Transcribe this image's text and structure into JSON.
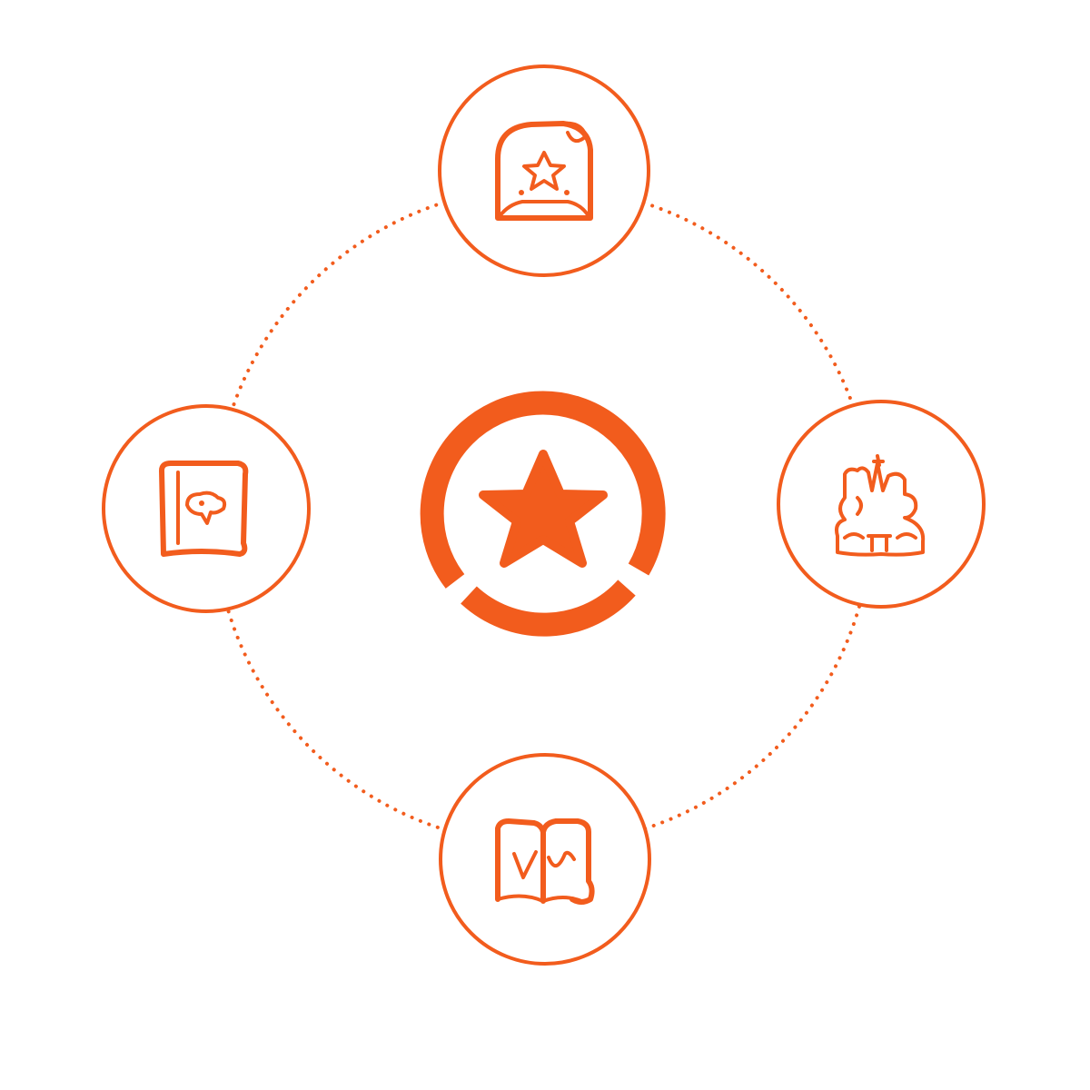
{
  "colors": {
    "accent": "#f25c1d",
    "background": "#ffffff"
  },
  "hub": {
    "icon": "star-badge-icon"
  },
  "nodes": [
    {
      "position": "top",
      "icon": "tombstone-star-icon"
    },
    {
      "position": "right",
      "icon": "castle-icon"
    },
    {
      "position": "bottom",
      "icon": "open-book-icon"
    },
    {
      "position": "left",
      "icon": "flag-panel-icon"
    }
  ]
}
